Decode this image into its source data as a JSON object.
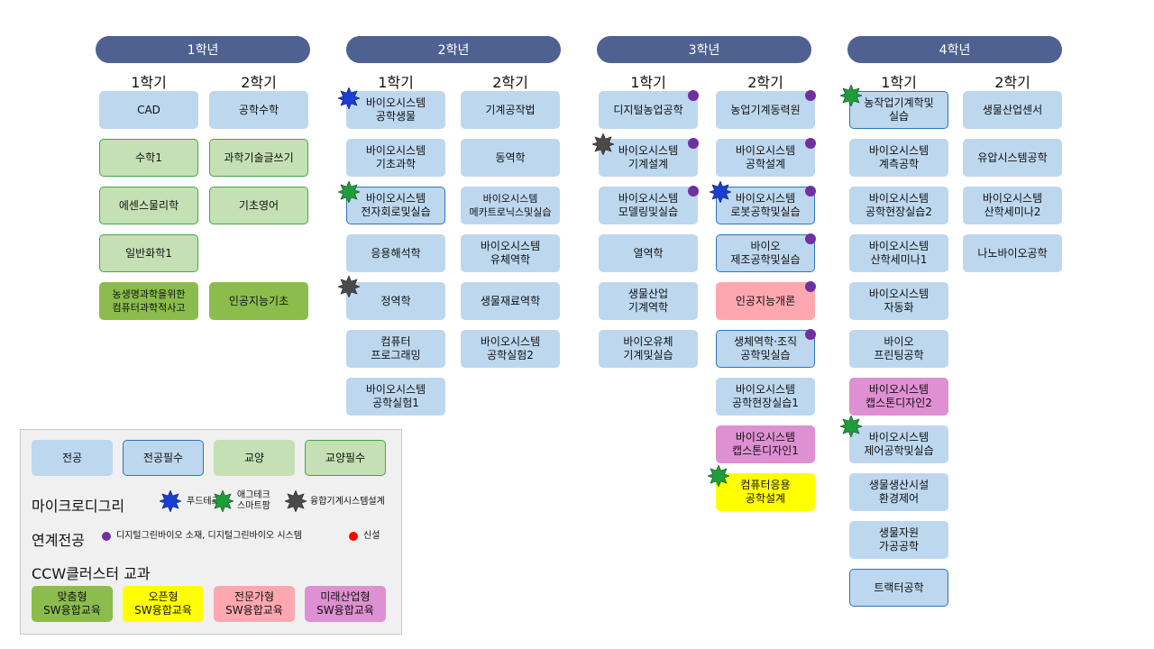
{
  "years": [
    {
      "label": "1학년",
      "sem1": "1학기",
      "sem2": "2학기"
    },
    {
      "label": "2학년",
      "sem1": "1학기",
      "sem2": "2학기"
    },
    {
      "label": "3학년",
      "sem1": "1학기",
      "sem2": "2학기"
    },
    {
      "label": "4학년",
      "sem1": "1학기",
      "sem2": "2학기"
    }
  ],
  "courses": {
    "y1s1": [
      "CAD",
      "수학1",
      "에센스물리학",
      "일반화학1",
      "농생명과학을위한\n컴퓨터과학적사고"
    ],
    "y1s2": [
      "공학수학",
      "과학기술글쓰기",
      "기초영어",
      "인공지능기초"
    ],
    "y2s1": [
      "바이오시스템\n공학생물",
      "바이오시스템\n기초과학",
      "바이오시스템\n전자회로및실습",
      "응용해석학",
      "정역학",
      "컴퓨터\n프로그래밍",
      "바이오시스템\n공학실험1"
    ],
    "y2s2": [
      "기계공작법",
      "동역학",
      "바이오시스템\n메카트로닉스및실습",
      "바이오시스템\n유체역학",
      "생물재료역학",
      "바이오시스템\n공학실험2"
    ],
    "y3s1": [
      "디지털농업공학",
      "바이오시스템\n기계설계",
      "바이오시스템\n모델링및실습",
      "열역학",
      "생물산업\n기계역학",
      "바이오유체\n기계및실습"
    ],
    "y3s2": [
      "농업기계동력원",
      "바이오시스템\n공학설계",
      "바이오시스템\n로봇공학및실습",
      "바이오\n제조공학및실습",
      "인공지능개론",
      "생체역학·조직\n공학및실습",
      "바이오시스템\n공학현장실습1",
      "바이오시스템\n캡스톤디자인1",
      "컴퓨터응용\n공학설계"
    ],
    "y4s1": [
      "농작업기계학및\n실습",
      "바이오시스템\n계측공학",
      "바이오시스템\n공학현장실습2",
      "바이오시스템\n산학세미나1",
      "바이오시스템\n자동화",
      "바이오\n프린팅공학",
      "바이오시스템\n캡스톤디자인2",
      "바이오시스템\n제어공학및실습",
      "생물생산시설\n환경제어",
      "생물자원\n가공공학",
      "트랙터공학"
    ],
    "y4s2": [
      "생물산업센서",
      "유압시스템공학",
      "바이오시스템\n산학세미나2",
      "나노바이오공학"
    ]
  },
  "legend": {
    "types": [
      "전공",
      "전공필수",
      "교양",
      "교양필수"
    ],
    "micro_title": "마이크로디그리",
    "micro_food": "푸드테크",
    "micro_agri": "애그테크\n스마트팜",
    "micro_mech": "융합기계시스템설계",
    "linked_title": "연계전공",
    "linked_desc": "디지털그린바이오 소재, 디지털그린바이오 시스템",
    "new_label": "신설",
    "ccw_title": "CCW클러스터 교과",
    "ccw": [
      "맞춤형\nSW융합교육",
      "오픈형\nSW융합교육",
      "전문가형\nSW융합교육",
      "미래산업형\nSW융합교육"
    ]
  },
  "colors": {
    "year_bar": "#4f6190",
    "major": "#bdd7ee",
    "major_border": "#2e75b6",
    "general": "#c5e0b4",
    "general_border": "#43a843",
    "matched": "#8cbd4c",
    "open": "#ffff00",
    "expert": "#ffa7b0",
    "future": "#de90d2",
    "linked_dot": "#7030a0",
    "new_dot": "#ff0000",
    "star_food": "#1a3fd0",
    "star_agri": "#1f9d3a",
    "star_mech": "#4a4a4a"
  }
}
